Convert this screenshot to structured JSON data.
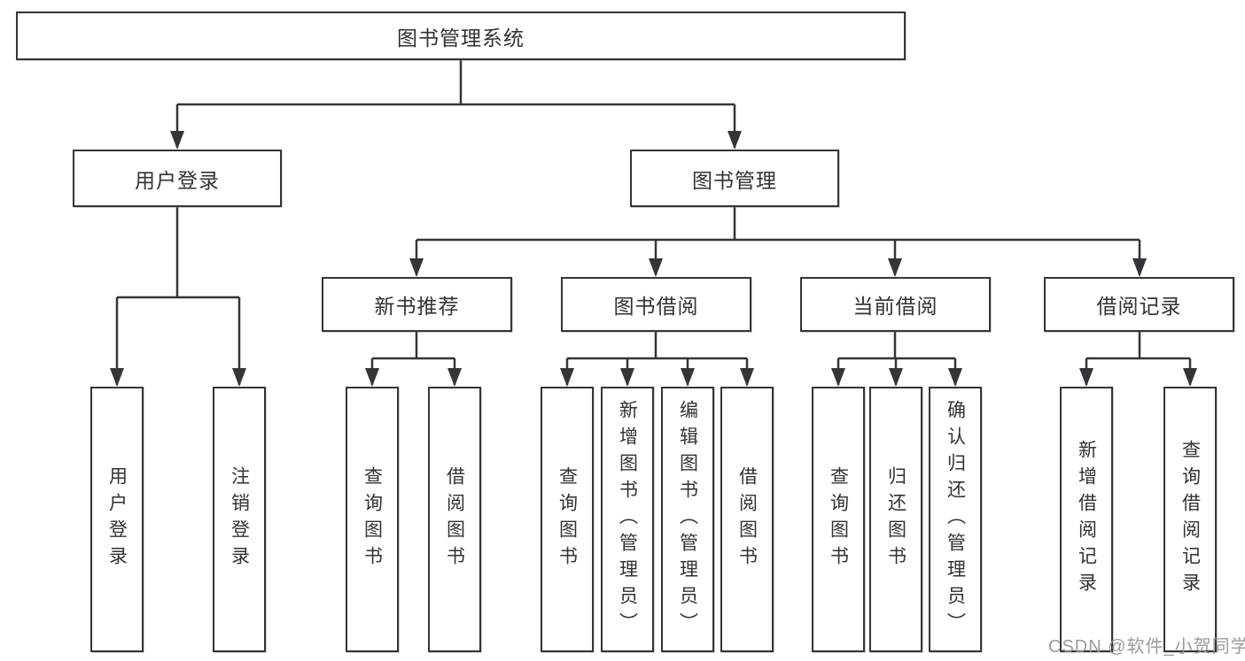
{
  "diagram": {
    "root": {
      "label": "图书管理系统"
    },
    "level2": [
      {
        "label": "用户登录"
      },
      {
        "label": "图书管理"
      }
    ],
    "level3": [
      {
        "label": "新书推荐"
      },
      {
        "label": "图书借阅"
      },
      {
        "label": "当前借阅"
      },
      {
        "label": "借阅记录"
      }
    ],
    "leaves": {
      "user_login": [
        {
          "label": "用户登录"
        },
        {
          "label": "注销登录"
        }
      ],
      "new_books": [
        {
          "label": "查询图书"
        },
        {
          "label": "借阅图书"
        }
      ],
      "book_borrow": [
        {
          "label": "查询图书"
        },
        {
          "label": "新增图书（管理员）"
        },
        {
          "label": "编辑图书（管理员）"
        },
        {
          "label": "借阅图书"
        }
      ],
      "current_borrow": [
        {
          "label": "查询图书"
        },
        {
          "label": "归还图书"
        },
        {
          "label": "确认归还（管理员）"
        }
      ],
      "borrow_records": [
        {
          "label": "新增借阅记录"
        },
        {
          "label": "查询借阅记录"
        }
      ]
    },
    "watermark": "CSDN @软件_小贺同学",
    "colors": {
      "line": "#333538",
      "text": "#2f3237",
      "watermark": "#969698",
      "background": "#ffffff"
    }
  }
}
